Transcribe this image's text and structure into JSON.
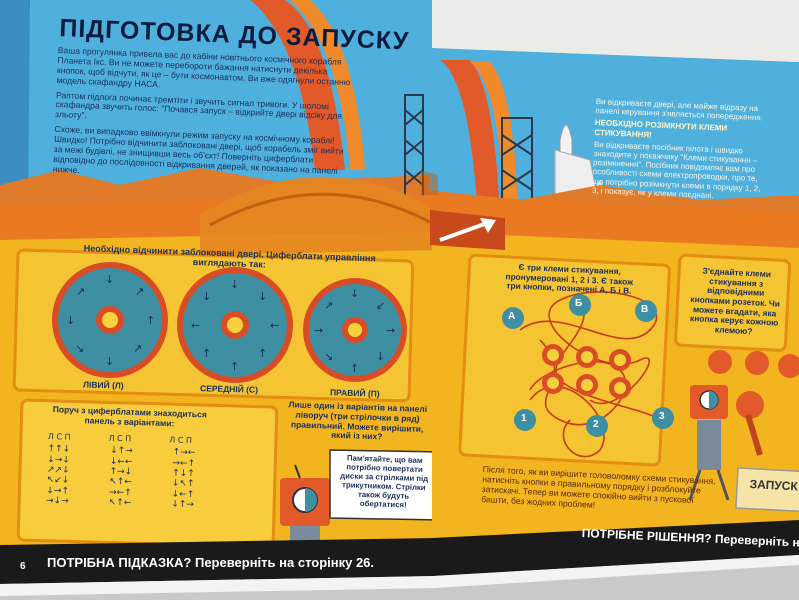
{
  "left_page": {
    "title": "ПІДГОТОВКА ДО ЗАПУСКУ",
    "intro": [
      "Ваша прогулянка привела вас до кабіни новітнього космічного корабля Планета Ікс. Ви не можете перебороти бажання натиснути декілька кнопок, щоб відчути, як це – бути космонавтом. Ви вже одягнули останню модель скафандру НАСА.",
      "Раптом підлога починає тремтіти і звучить сигнал тривоги. У шоломі скафандра звучить голос: \"Почався запуск – відкрийте двері відсіку для зльоту\".",
      "Схоже, ви випадково ввімкнули режим запуску на космічному кораблі! Швидко! Потрібно відчинити заблоковані двері, щоб корабель зміг вийти за межі будівлі, не знищивши весь об'єкт! Поверніть циферблати відповідно до послідовності відкривання дверей, як показано на панелі нижче."
    ],
    "dial_heading": "Необхідно відчинити заблоковані двері. Циферблати управління виглядають так:",
    "dials": [
      {
        "label": "ЛІВИЙ (Л)"
      },
      {
        "label": "СЕРЕДНІЙ (С)"
      },
      {
        "label": "ПРАВИЙ (П)"
      }
    ],
    "options_heading": "Поруч з циферблатами знаходиться панель з варіантами:",
    "option_header": "Л С П",
    "options": [
      [
        "↑↑↓",
        "↓↑→",
        "↑→←"
      ],
      [
        "↓→↓",
        "↓←←",
        "→←↑"
      ],
      [
        "↗↗↓",
        "↑→↓",
        "↑↓↑"
      ],
      [
        "↖↙↓",
        "↖↑←",
        "↓↖↑"
      ],
      [
        "↓→↑",
        "→←↑",
        "↓←↑"
      ],
      [
        "→↓→",
        "↖↑←",
        "↓↑→"
      ]
    ],
    "lever_text": "Лише один із варіантів на панелі ліворуч (три стрілочки в ряд) правильний. Можете вирішити, який із них?",
    "speech": "Пам'ятайте, що вам потрібно повертати диски за стрілками під трикутником. Стрілки також будуть обертатися!",
    "page_number": "6",
    "hint": "ПОТРІБНА ПІДКАЗКА? Переверніть на сторінку 26."
  },
  "right_page": {
    "intro": [
      "Ви відкриваєте двері, але майже відразу на панелі керування з'являється попередження.",
      "НЕОБХІДНО РОЗІМКНУТИ КЛЕМИ СТИКУВАННЯ!",
      "Ви відкриваєте посібник пілота і швидко знаходите у покажчику \"Клеми стикування – розімкнення\". Посібник повідомляє вам про особливості схеми електропроводки, про те, що потрібно розімкнути клеми в порядку 1, 2, 3, і показує, як у клеми поєднані."
    ],
    "clamps_text": "Є три клеми стикування, пронумеровані 1, 2 і 3. Є також три кнопки, позначені А, Б і В.",
    "connect_text": "З'єднайте клеми стикування з відповідними кнопками розеток. Чи можете вгадати, яка кнопка керує кожною клемою?",
    "buttons": [
      "А",
      "Б",
      "В"
    ],
    "clamps": [
      "1",
      "2",
      "3"
    ],
    "after_text": "Після того, як ви вирішите головоломку схеми стикування, натисніть кнопки в правильному порядку і розблокуйте затискачі. Тепер ви можете спокійно вийти з пускової башти, без жодних проблем!",
    "launch_label": "ЗАПУСК",
    "solution": "ПОТРІБНЕ РІШЕННЯ? Переверніть на сторінку"
  },
  "colors": {
    "sky": "#4fb0de",
    "panel": "#f2b51f",
    "panel_dark": "#e38d12",
    "arch": "#e2592a",
    "dial": "#3f8fa2",
    "footer": "#1a1a1a"
  }
}
